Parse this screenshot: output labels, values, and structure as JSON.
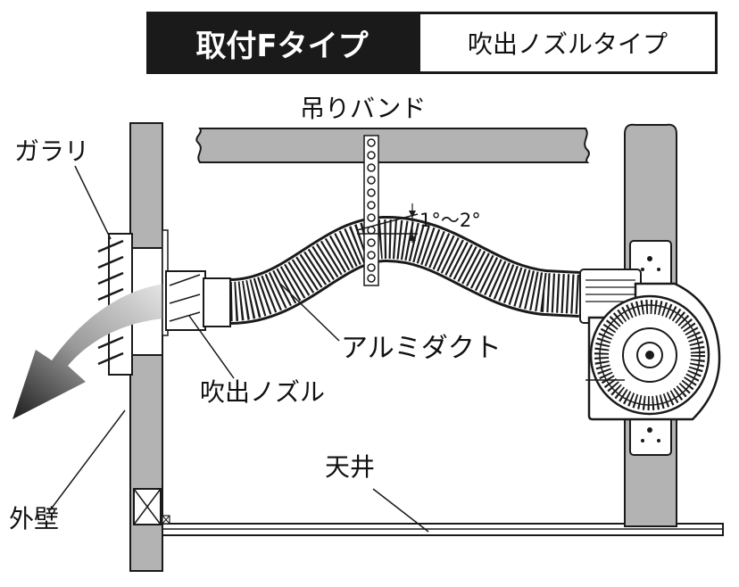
{
  "header": {
    "model_title": "取付Fタイプ",
    "model_subtitle": "吹出ノズルタイプ"
  },
  "labels": {
    "hanging_band": "吊りバンド",
    "louver": "ガラリ",
    "angle": "1°～2°",
    "aluminum_duct": "アルミダクト",
    "outlet_nozzle": "吹出ノズル",
    "ceiling": "天井",
    "exterior_wall": "外壁"
  },
  "colors": {
    "ink": "#1a1a1a",
    "structure_fill": "#b3b3b3",
    "panel_fill": "#ffffff"
  }
}
